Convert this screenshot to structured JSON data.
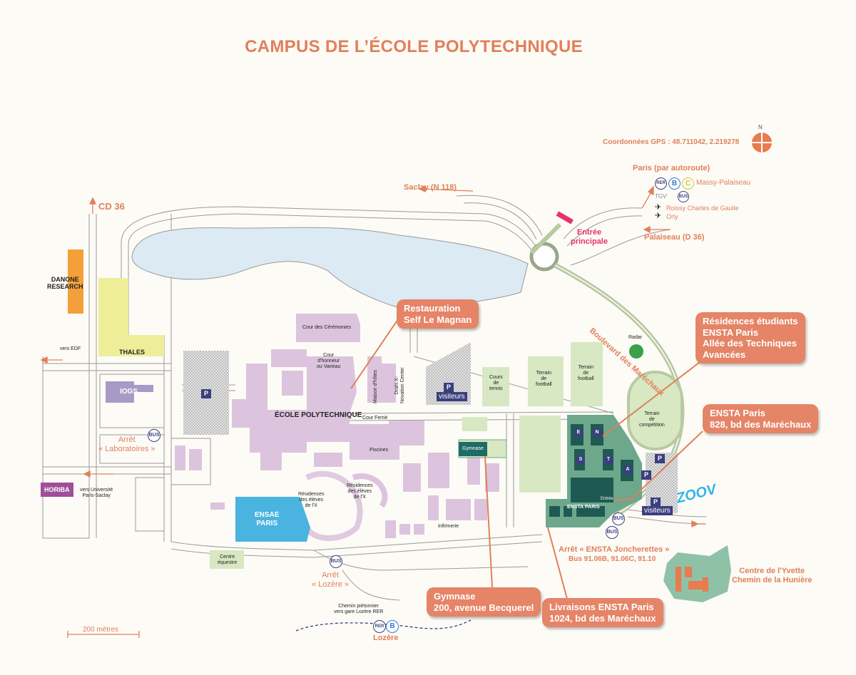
{
  "title": "CAMPUS DE L’ÉCOLE POLYTECHNIQUE",
  "gps": "Coordonnées GPS : 48.711042, 2.219278",
  "compass": "N",
  "roads": {
    "cd36": "CD 36",
    "saclay": "Saclay (N 118)",
    "paris": "Paris (par autoroute)",
    "palaiseau": "Palaiseau (D 36)",
    "vers_edf": "vers EDF",
    "vers_universite": "vers Université\nParis-Saclay",
    "boulevard": "Boulevard des Maréchaux"
  },
  "transport": {
    "massy": "Massy-Palaiseau",
    "rer": "RER",
    "b": "B",
    "c": "C",
    "tgv": "TGV",
    "bus": "BUS",
    "roissy": "Roissy Charles de Gaulle",
    "orly": "Orly"
  },
  "entry": "Entrée\nprincipale",
  "companies": {
    "danone": "DANONE\nRESEARCH",
    "thales": "THALES",
    "iogs": "IOGS",
    "horiba": "HORIBA",
    "ensae": "ENSAE\nPARIS"
  },
  "buildings": {
    "cour_ceremonies": "Cour des Cérémonies",
    "cour_honneur": "Cour\nd'honneur\nou Vaneau",
    "maison_hotes": "Maison d'hôtes",
    "drahi": "Drahi X-\nNovation Center",
    "ecole": "ÉCOLE POLYTECHNIQUE",
    "cour_ferrie": "Cour Ferrié",
    "piscines": "Piscines",
    "residences_x1": "Résidences\ndes élèves\nde l'X",
    "residences_x2": "Résidences\ndes élèves\nde l'X",
    "infirmerie": "Infirmerie",
    "gymnase": "Gymnase",
    "tennis": "Cours\nde\ntennis",
    "football1": "Terrain\nde\nfootball",
    "football2": "Terrain\nde\nfootball",
    "competition": "Terrain\nde\ncompétition",
    "radar": "Radar",
    "ensta": "ENSTA PARIS",
    "entree": "Entrée",
    "centre_equestre": "Centre\néquestre",
    "letters": [
      "E",
      "N",
      "S",
      "T",
      "A"
    ]
  },
  "parking": {
    "p": "P",
    "visiteurs": "visiteurs"
  },
  "stops": {
    "laboratoires": "Arrêt\n« Laboratoires »",
    "lozere": "Arrêt\n« Lozère »",
    "ensta": "Arrêt « ENSTA Joncherettes »",
    "ensta_bus": "Bus 91.06B, 91.06C, 91.10"
  },
  "callouts": {
    "restauration": "Restauration\nSelf Le Magnan",
    "residences_ensta": "Résidences étudiants\nENSTA Paris\nAllée des Techniques\nAvancées",
    "ensta_paris": "ENSTA Paris\n828, bd des Maréchaux",
    "gymnase": "Gymnase\n200, avenue Becquerel",
    "livraisons": "Livraisons ENSTA Paris\n1024, bd des Maréchaux"
  },
  "yvette": "Centre de l'Yvette\nChemin de la Hunière",
  "zoov": "ZOOV",
  "pieton": "Chemin piétonnier\nvers gare Lozère RER",
  "lozere": "Lozère",
  "scale": "200 mètres",
  "colors": {
    "accent": "#e0805a",
    "callout": "#e58467",
    "school": "#dcc4de",
    "sports": "#d7e8c2",
    "ensta": "#6da88c",
    "ensta_dark": "#1f5a52",
    "lake": "#dbeaf3",
    "thales": "#eeee99",
    "danone": "#f3a03a",
    "iogs": "#a89ac6",
    "horiba": "#9f4f9a",
    "ensae": "#4ab3e0",
    "entry": "#e6336e"
  }
}
